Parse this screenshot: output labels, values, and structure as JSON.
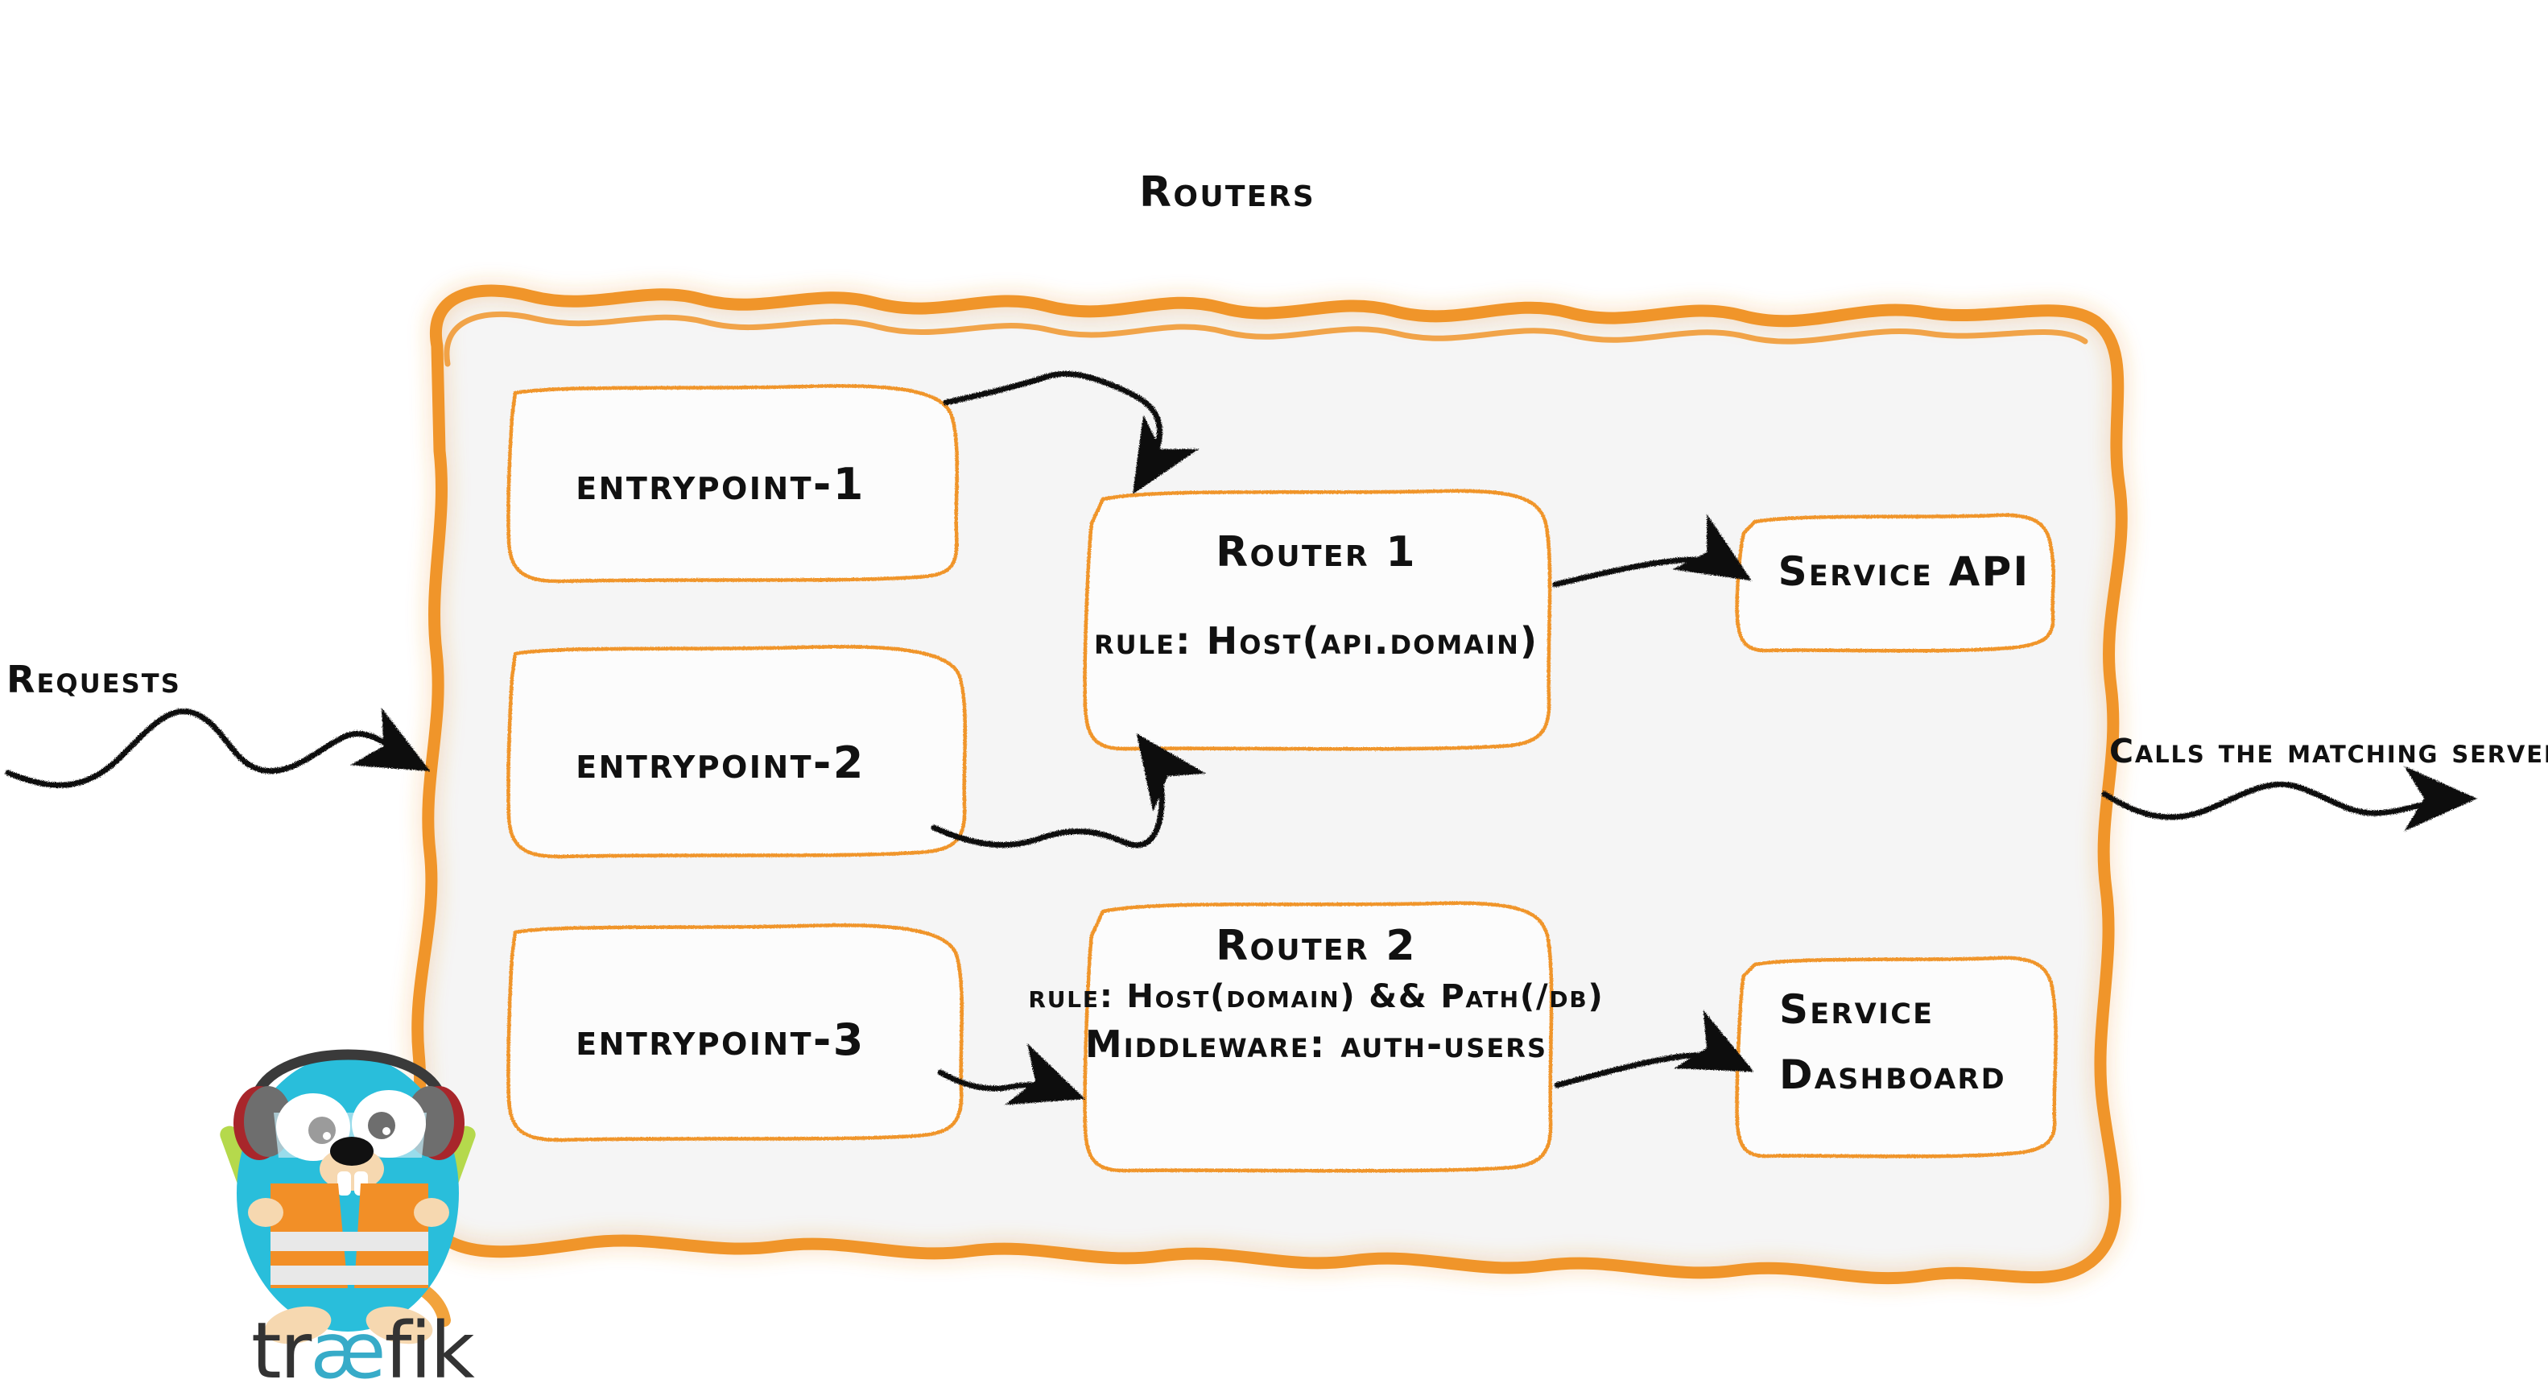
{
  "diagram": {
    "title": "Routers",
    "brand": {
      "wordmark_pre": "tr",
      "wordmark_ae": "æ",
      "wordmark_post": "fik",
      "mascot": "traefik-gopher-mascot"
    },
    "colors": {
      "accent_orange": "#F0952C",
      "container_fill": "#F5F5F5",
      "box_fill": "#FCFCFC",
      "ink": "#111111",
      "brand_cyan": "#37ABC8",
      "brand_dark": "#333333",
      "vest_orange": "#F28F27",
      "gopher_body": "#29BEDB",
      "headphone_gray": "#6E6E6E",
      "headphone_red": "#A8262B",
      "wand_green": "#B5D94C",
      "muzzle_tan": "#F6D8B0"
    },
    "captions": {
      "requests": "Requests",
      "calls_matching_server": "Calls the matching server"
    },
    "entrypoints": [
      {
        "label": "entrypoint-1"
      },
      {
        "label": "entrypoint-2"
      },
      {
        "label": "entrypoint-3"
      }
    ],
    "routers": [
      {
        "title": "Router 1",
        "rule": "rule: Host(api.domain)",
        "middleware": null
      },
      {
        "title": "Router 2",
        "rule": "rule: Host(domain) && Path(/db)",
        "middleware": "Middleware: auth-users"
      }
    ],
    "services": [
      {
        "lines": [
          "Service API"
        ]
      },
      {
        "lines": [
          "Service",
          "Dashboard"
        ]
      }
    ],
    "arrows": [
      {
        "name": "requests-to-container",
        "from": "requests",
        "to": "container"
      },
      {
        "name": "entrypoint1-to-router1",
        "from": "entrypoint-1",
        "to": "router-1"
      },
      {
        "name": "entrypoint2-to-router1",
        "from": "entrypoint-2",
        "to": "router-1"
      },
      {
        "name": "entrypoint3-to-router2",
        "from": "entrypoint-3",
        "to": "router-2"
      },
      {
        "name": "router1-to-service-api",
        "from": "router-1",
        "to": "service-api"
      },
      {
        "name": "router2-to-service-dashboard",
        "from": "router-2",
        "to": "service-dashboard"
      },
      {
        "name": "container-to-server",
        "from": "container",
        "to": "matching-server"
      }
    ]
  }
}
